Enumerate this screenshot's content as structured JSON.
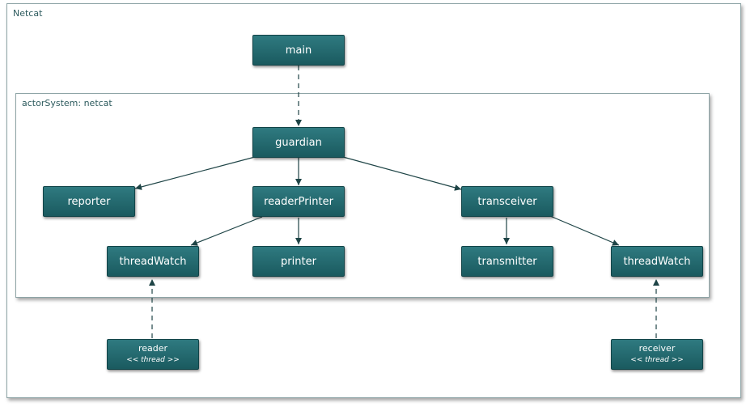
{
  "diagram": {
    "outer_label": "Netcat",
    "inner_label": "actorSystem: netcat",
    "nodes": {
      "main": "main",
      "guardian": "guardian",
      "reporter": "reporter",
      "readerPrinter": "readerPrinter",
      "transceiver": "transceiver",
      "threadWatchLeft": "threadWatch",
      "printer": "printer",
      "transmitter": "transmitter",
      "threadWatchRight": "threadWatch",
      "reader": "reader",
      "receiver": "receiver"
    },
    "stereotype": {
      "prefix": "<< ",
      "word": "thread",
      "suffix": " >>"
    },
    "colors": {
      "node_fill": "#1f6368",
      "edge": "#1e4446",
      "frame": "#8ea4a6"
    }
  }
}
